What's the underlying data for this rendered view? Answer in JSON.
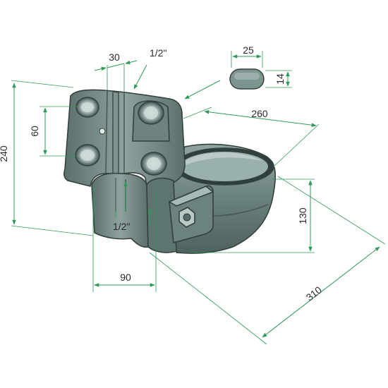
{
  "dimensions": {
    "height_total": "240",
    "hole_spacing": "60",
    "bracket_thickness": "30",
    "thread_top": "1/2\"",
    "thread_bottom": "1/2\"",
    "width_base": "90",
    "bowl_width": "260",
    "bowl_height": "130",
    "total_depth": "310",
    "slot_length": "25",
    "slot_width": "14"
  },
  "colors": {
    "dimension_lines": "#2f9a57",
    "body": "#6f8582",
    "body_dark": "#4e6260",
    "body_light": "#a9bcb9",
    "text": "#2b2b2b"
  }
}
